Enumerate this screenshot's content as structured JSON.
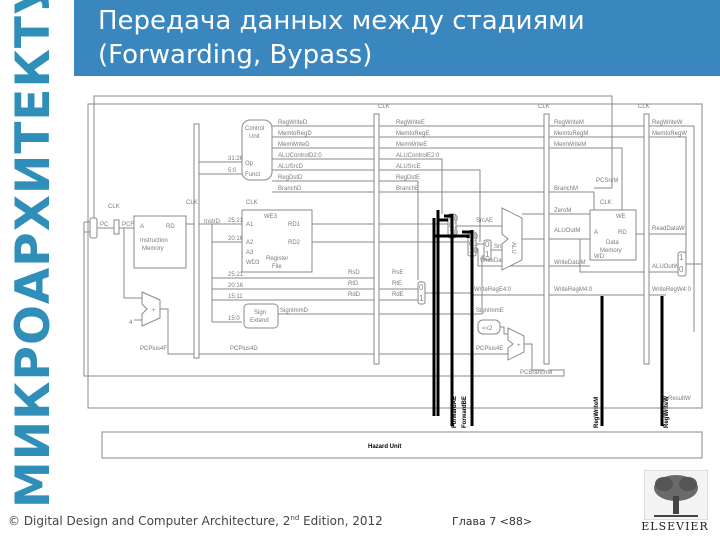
{
  "side_title": "МИКРОАРХИТЕКТУРА",
  "title": "Передача данных между стадиями (Forwarding, Bypass)",
  "footer": {
    "book": "© Digital Design and Computer Architecture, 2",
    "edition_sup": "nd",
    "edition_rest": " Edition, 2012",
    "chapter": "Глава 7 <88>",
    "publisher": "ELSEVIER"
  },
  "diagram": {
    "clk": "CLK",
    "control_unit": [
      "Control",
      "Unit"
    ],
    "control_inputs": {
      "op": "Op",
      "funct": "Funct",
      "op_bits": "31:26",
      "funct_bits": "5:0"
    },
    "control_signals_d": [
      "RegWriteD",
      "MemtoRegD",
      "MemWriteD",
      "ALUControlD2:0",
      "ALUSrcD",
      "RegDstD",
      "BranchD"
    ],
    "control_signals_e": [
      "RegWriteE",
      "MemtoRegE",
      "MemWriteE",
      "ALUControlE2:0",
      "ALUSrcE",
      "RegDstE",
      "BranchE"
    ],
    "control_signals_m": [
      "RegWriteM",
      "MemtoRegM",
      "MemWriteM",
      "BranchM"
    ],
    "control_signals_w": [
      "RegWriteW",
      "MemtoRegW"
    ],
    "pc": {
      "pc": "PC",
      "pcf": "PCF",
      "pcsrcm": "PCSrcM"
    },
    "imem": {
      "a": "A",
      "rd": "RD",
      "name": [
        "Instruction",
        "Memory"
      ],
      "instr": "InstrD"
    },
    "regfile": {
      "we3": "WE3",
      "a1": "A1",
      "a2": "A2",
      "a3": "A3",
      "wd3": "WD3",
      "rd1": "RD1",
      "rd2": "RD2",
      "name": [
        "Register",
        "File"
      ]
    },
    "instr_fields": {
      "rs_bits": "25:21",
      "rt_bits": "20:16",
      "rt2_bits": "20:16",
      "rd_bits": "15:11",
      "imm_bits": "15:0"
    },
    "reg_ids": {
      "rsd": "RsD",
      "rtd": "RtD",
      "rdd": "RdD",
      "rse": "RsE",
      "rte": "RtE",
      "rde": "RdE"
    },
    "sign_extend": [
      "Sign",
      "Extend"
    ],
    "signimm": {
      "d": "SignImmD",
      "e": "SignImmE"
    },
    "alu": {
      "name": "ALU",
      "srca": "SrcAE",
      "srcb": "SrcBE",
      "zero": "ZeroM",
      "aluout_m": "ALUOutM",
      "aluout_w": "ALUOutW",
      "writedata_e": "WriteDataE",
      "writedata_m": "WriteDataM"
    },
    "writereg": {
      "e": "WriteRegE4:0",
      "m": "WriteRegM4:0",
      "w": "WriteRegW4:0"
    },
    "dmem": {
      "we": "WE",
      "a": "A",
      "rd": "RD",
      "wd": "WD",
      "name": [
        "Data",
        "Memory"
      ],
      "readdata": "ReadDataW"
    },
    "pcplus": {
      "plus4": "+",
      "four": "4",
      "f": "PCPlus4F",
      "d": "PCPlus4D",
      "e": "PCPlus4E",
      "shift": "<<2",
      "branch": "PCBranchM",
      "adder": "+"
    },
    "mux_digits": {
      "zero": "0",
      "one": "1",
      "zero_zero": "00",
      "zero_one": "01",
      "one_zero": "10"
    },
    "result": "ResultW",
    "hazard_unit": "Hazard Unit",
    "hazard_signals": [
      "ForwardAE",
      "ForwardBE",
      "RegWriteM",
      "RegWriteW"
    ]
  }
}
